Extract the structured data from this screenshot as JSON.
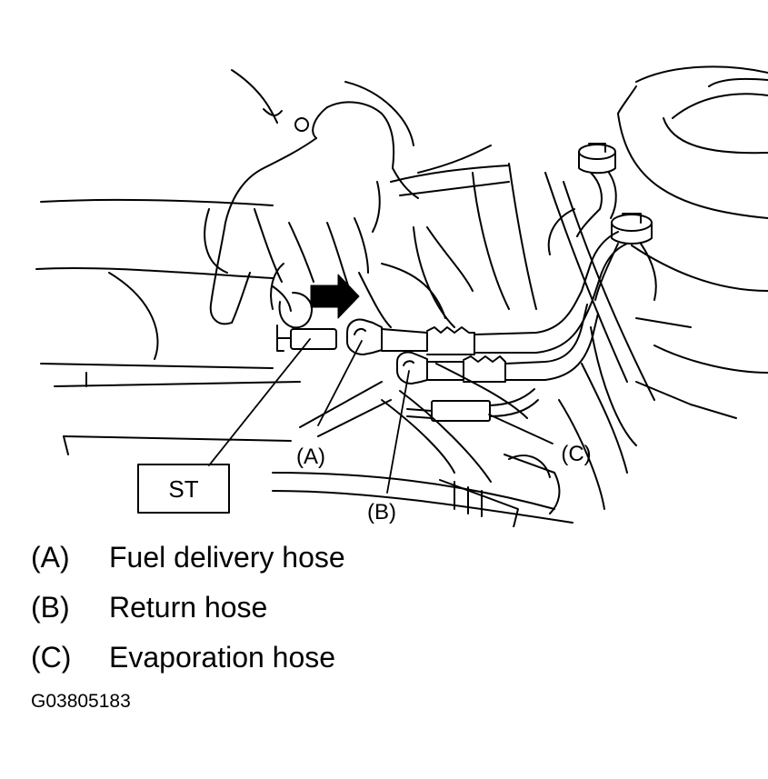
{
  "callouts": {
    "st": "ST",
    "a": "(A)",
    "b": "(B)",
    "c": "(C)"
  },
  "legend": [
    {
      "key": "(A)",
      "label": "Fuel delivery hose"
    },
    {
      "key": "(B)",
      "label": "Return hose"
    },
    {
      "key": "(C)",
      "label": "Evaporation hose"
    }
  ],
  "figure_id": "G03805183"
}
